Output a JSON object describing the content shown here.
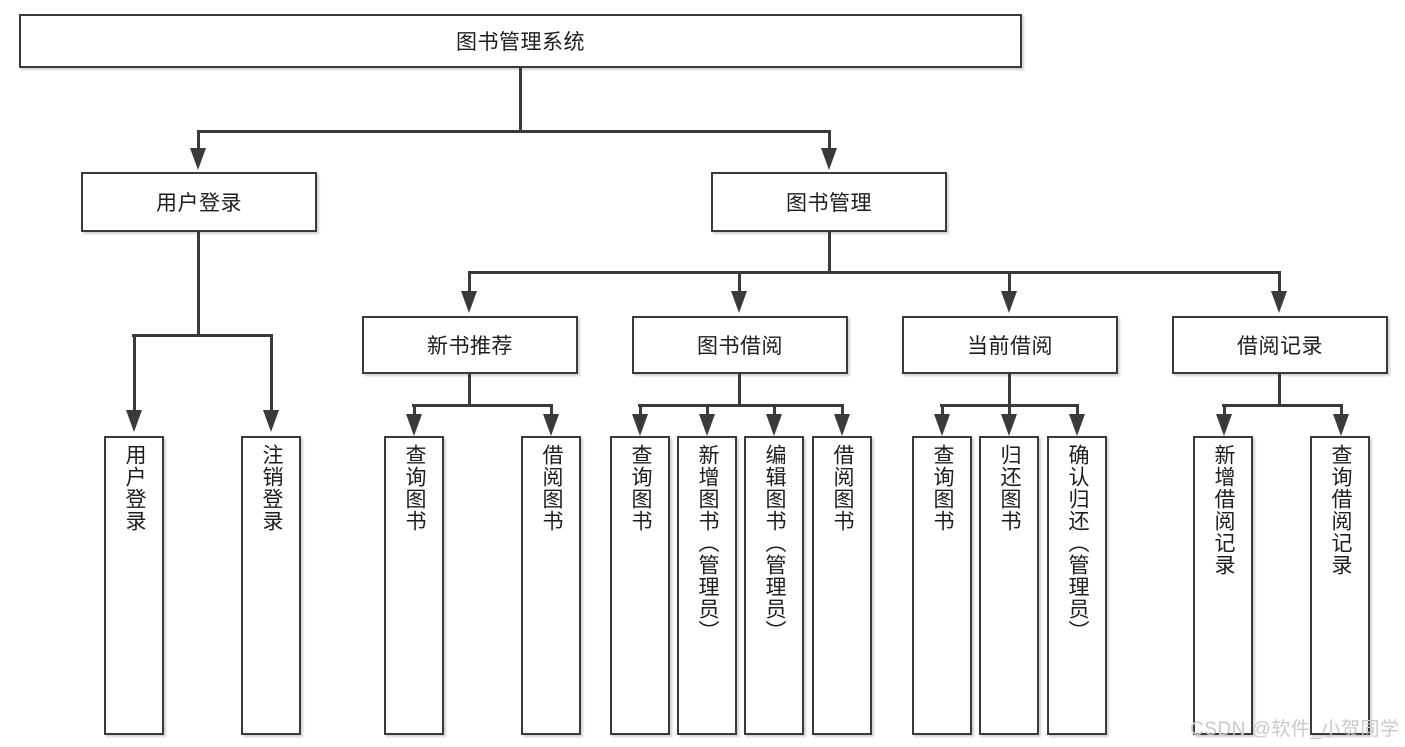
{
  "diagram": {
    "type": "tree-hierarchy",
    "title": "图书管理系统",
    "root": {
      "id": "root",
      "label": "图书管理系统",
      "level": 1,
      "orientation": "horizontal"
    },
    "level2": [
      {
        "id": "user-login",
        "label": "用户登录",
        "orientation": "horizontal"
      },
      {
        "id": "book-management",
        "label": "图书管理",
        "orientation": "horizontal"
      }
    ],
    "level3": [
      {
        "id": "new-book-recommend",
        "label": "新书推荐",
        "parent": "book-management",
        "orientation": "horizontal"
      },
      {
        "id": "book-borrow",
        "label": "图书借阅",
        "parent": "book-management",
        "orientation": "horizontal"
      },
      {
        "id": "current-borrow",
        "label": "当前借阅",
        "parent": "book-management",
        "orientation": "horizontal"
      },
      {
        "id": "borrow-record",
        "label": "借阅记录",
        "parent": "book-management",
        "orientation": "horizontal"
      }
    ],
    "leaves": [
      {
        "id": "leaf-user-login",
        "label": "用户登录",
        "parent": "user-login",
        "orientation": "vertical"
      },
      {
        "id": "leaf-user-logout",
        "label": "注销登录",
        "parent": "user-login",
        "orientation": "vertical"
      },
      {
        "id": "leaf-query-book-1",
        "label": "查询图书",
        "parent": "new-book-recommend",
        "orientation": "vertical"
      },
      {
        "id": "leaf-borrow-book-1",
        "label": "借阅图书",
        "parent": "new-book-recommend",
        "orientation": "vertical"
      },
      {
        "id": "leaf-query-book-2",
        "label": "查询图书",
        "parent": "book-borrow",
        "orientation": "vertical"
      },
      {
        "id": "leaf-add-book",
        "label": "新增图书（管理员）",
        "parent": "book-borrow",
        "orientation": "vertical"
      },
      {
        "id": "leaf-edit-book",
        "label": "编辑图书（管理员）",
        "parent": "book-borrow",
        "orientation": "vertical"
      },
      {
        "id": "leaf-borrow-book-2",
        "label": "借阅图书",
        "parent": "book-borrow",
        "orientation": "vertical"
      },
      {
        "id": "leaf-query-book-3",
        "label": "查询图书",
        "parent": "current-borrow",
        "orientation": "vertical"
      },
      {
        "id": "leaf-return-book",
        "label": "归还图书",
        "parent": "current-borrow",
        "orientation": "vertical"
      },
      {
        "id": "leaf-confirm-return",
        "label": "确认归还（管理员）",
        "parent": "current-borrow",
        "orientation": "vertical"
      },
      {
        "id": "leaf-add-record",
        "label": "新增借阅记录",
        "parent": "borrow-record",
        "orientation": "vertical"
      },
      {
        "id": "leaf-query-record",
        "label": "查询借阅记录",
        "parent": "borrow-record",
        "orientation": "vertical"
      }
    ]
  },
  "watermark": {
    "text": "CSDN @软件_小贺同学"
  },
  "colors": {
    "stroke": "#3a3a3a",
    "fill": "#ffffff",
    "text": "#1d1d1d",
    "watermark": "#c9c9c9"
  }
}
